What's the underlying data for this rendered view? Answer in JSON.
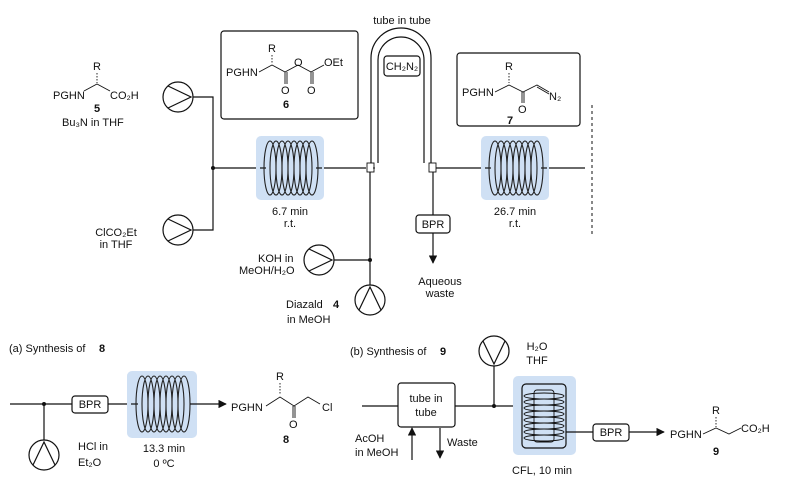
{
  "labels": {
    "tube_in_tube_top": "tube in tube",
    "reagent_ch2n2": "CH₂N₂",
    "start_r": "R",
    "start_pghn": "PGHN",
    "start_co2h": "CO₂H",
    "start_num": "5",
    "start_solvent": "Bu₃N in THF",
    "anhydride_r": "R",
    "anhydride_pghn": "PGHN",
    "anhydride_o": "O",
    "anhydride_oet": "OEt",
    "anhydride_num": "6",
    "diazo_r": "R",
    "diazo_pghn": "PGHN",
    "diazo_n2": "N₂",
    "diazo_o": "O",
    "diazo_num": "7",
    "clco2et_1": "ClCO₂Et",
    "clco2et_2": "in THF",
    "coil1_time": "6.7 min",
    "coil1_temp": "r.t.",
    "coil2_time": "26.7 min",
    "coil2_temp": "r.t.",
    "bpr": "BPR",
    "koh_1": "KOH in",
    "koh_2": "MeOH/H₂O",
    "aqueous_1": "Aqueous",
    "aqueous_2": "waste",
    "diazald_1": "Diazald",
    "diazald_num": "4",
    "diazald_2": "in MeOH",
    "section_a": "(a) Synthesis of",
    "section_a_num": "8",
    "section_b": "(b) Synthesis of",
    "section_b_num": "9",
    "hcl_1": "HCl in",
    "hcl_2": "Et₂O",
    "coil3_time": "13.3 min",
    "coil3_temp": "0 ºC",
    "prod8_r": "R",
    "prod8_pghn": "PGHN",
    "prod8_o": "O",
    "prod8_cl": "Cl",
    "prod8_num": "8",
    "tit_1": "tube in",
    "tit_2": "tube",
    "acoh_1": "AcOH",
    "acoh_2": "in MeOH",
    "waste": "Waste",
    "h2o": "H₂O",
    "thf": "THF",
    "cfl": "CFL, 10 min",
    "prod9_r": "R",
    "prod9_pghn": "PGHN",
    "prod9_co2h": "CO₂H",
    "prod9_num": "9"
  }
}
